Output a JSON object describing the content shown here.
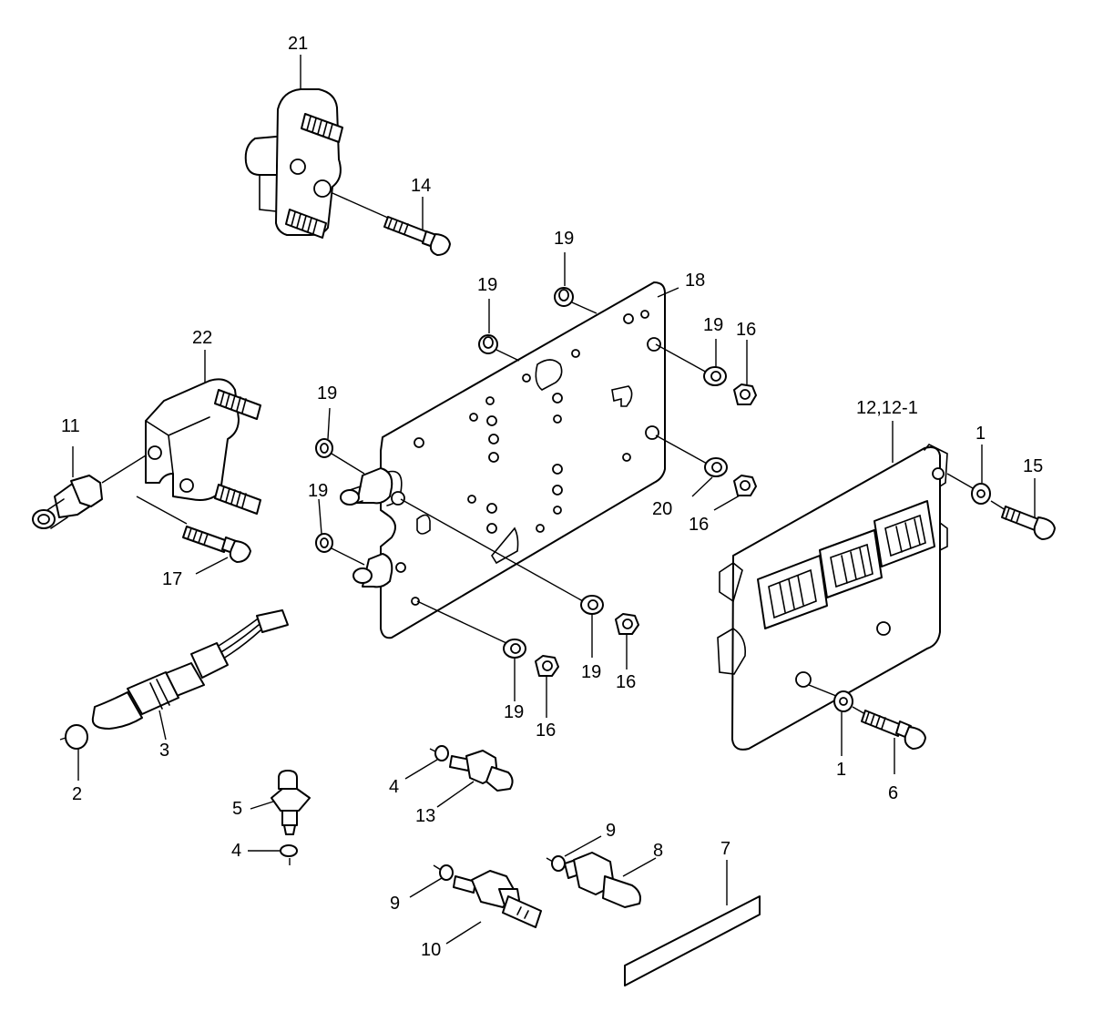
{
  "callouts": [
    {
      "id": "c21",
      "text": "21"
    },
    {
      "id": "c14",
      "text": "14"
    },
    {
      "id": "c19a",
      "text": "19"
    },
    {
      "id": "c18",
      "text": "18"
    },
    {
      "id": "c19b",
      "text": "19"
    },
    {
      "id": "c19c",
      "text": "19"
    },
    {
      "id": "c16a",
      "text": "16"
    },
    {
      "id": "c22",
      "text": "22"
    },
    {
      "id": "c19d",
      "text": "19"
    },
    {
      "id": "c12",
      "text": "12,12-1"
    },
    {
      "id": "c11",
      "text": "11"
    },
    {
      "id": "c1a",
      "text": "1"
    },
    {
      "id": "c15",
      "text": "15"
    },
    {
      "id": "c19e",
      "text": "19"
    },
    {
      "id": "c20",
      "text": "20"
    },
    {
      "id": "c16b",
      "text": "16"
    },
    {
      "id": "c17",
      "text": "17"
    },
    {
      "id": "c19f",
      "text": "19"
    },
    {
      "id": "c16c",
      "text": "16"
    },
    {
      "id": "c19g",
      "text": "19"
    },
    {
      "id": "c16d",
      "text": "16"
    },
    {
      "id": "c3",
      "text": "3"
    },
    {
      "id": "c2",
      "text": "2"
    },
    {
      "id": "c1b",
      "text": "1"
    },
    {
      "id": "c6",
      "text": "6"
    },
    {
      "id": "c4a",
      "text": "4"
    },
    {
      "id": "c13",
      "text": "13"
    },
    {
      "id": "c5",
      "text": "5"
    },
    {
      "id": "c4b",
      "text": "4"
    },
    {
      "id": "c9a",
      "text": "9"
    },
    {
      "id": "c8",
      "text": "8"
    },
    {
      "id": "c7",
      "text": "7"
    },
    {
      "id": "c9b",
      "text": "9"
    },
    {
      "id": "c10",
      "text": "10"
    }
  ]
}
